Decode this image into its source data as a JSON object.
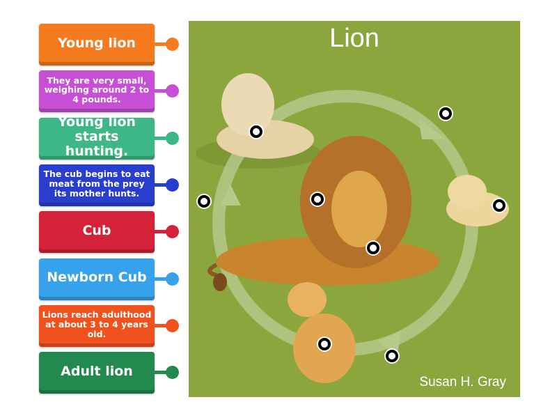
{
  "labels": [
    {
      "text": "Young lion",
      "color": "#f57b1e",
      "size": "big"
    },
    {
      "text": "They are very small, weighing around 2 to 4 pounds.",
      "color": "#c64fd6",
      "size": "small"
    },
    {
      "text": "Young lion starts hunting.",
      "color": "#3db787",
      "size": "big"
    },
    {
      "text": "The cub begins to eat meat from the prey its mother hunts.",
      "color": "#2a3ecd",
      "size": "small"
    },
    {
      "text": "Cub",
      "color": "#d42338",
      "size": "big"
    },
    {
      "text": "Newborn Cub",
      "color": "#36a2ec",
      "size": "big"
    },
    {
      "text": "Lions reach adulthood at about 3 to 4 years old.",
      "color": "#f0511d",
      "size": "small"
    },
    {
      "text": "Adult lion",
      "color": "#238a4f",
      "size": "big"
    }
  ],
  "diagram": {
    "title": "Lion",
    "credit": "Susan H. Gray",
    "background": "#8ba63c",
    "drop_points": 8
  }
}
